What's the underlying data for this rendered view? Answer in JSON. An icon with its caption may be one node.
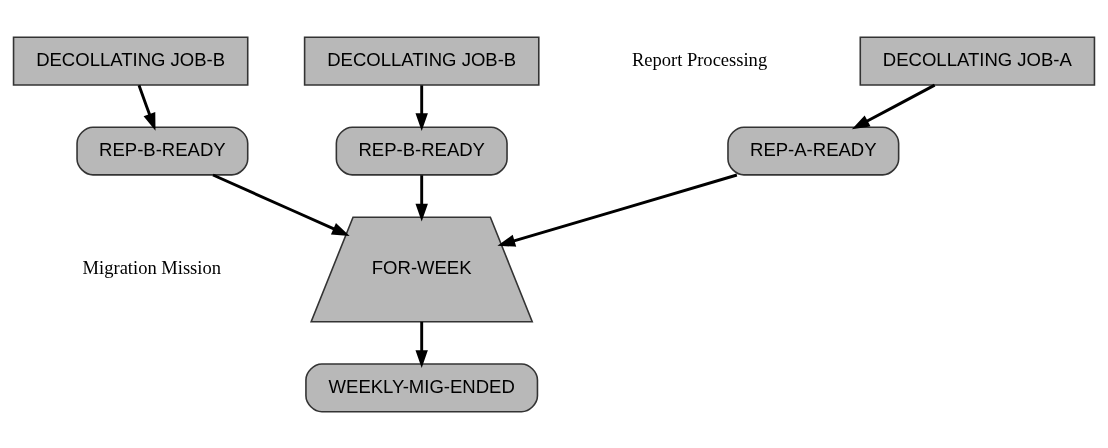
{
  "diagram": {
    "nodes": [
      {
        "text": [
          "DECOLLATING JOB-A"
        ]
      },
      {
        "text": [
          "DECOLLATING JOB-B"
        ]
      },
      {
        "text": [
          "DECOLLATING JOB-B"
        ]
      },
      {
        "text": [
          "REP-A-READY"
        ]
      },
      {
        "text": [
          "REP-B-READY"
        ]
      },
      {
        "text": [
          "REP-B-READY"
        ]
      },
      {
        "text": [
          "FOR-WEEK"
        ]
      },
      {
        "text": [
          "WEEKLY-MIG-ENDED"
        ]
      }
    ],
    "edges": [
      {
        "from": 0,
        "to": 3,
        "arrow": "to"
      },
      {
        "from": 1,
        "to": 4,
        "arrow": "to"
      },
      {
        "from": 2,
        "to": 5,
        "arrow": "to"
      },
      {
        "from": 3,
        "to": 6,
        "arrow": "to"
      },
      {
        "from": 4,
        "to": 6,
        "arrow": "to"
      },
      {
        "from": 5,
        "to": 6,
        "arrow": "to"
      },
      {
        "from": 6,
        "to": 7,
        "arrow": "to"
      }
    ],
    "labels": [
      "Report Processing",
      "Migration Mission"
    ]
  }
}
